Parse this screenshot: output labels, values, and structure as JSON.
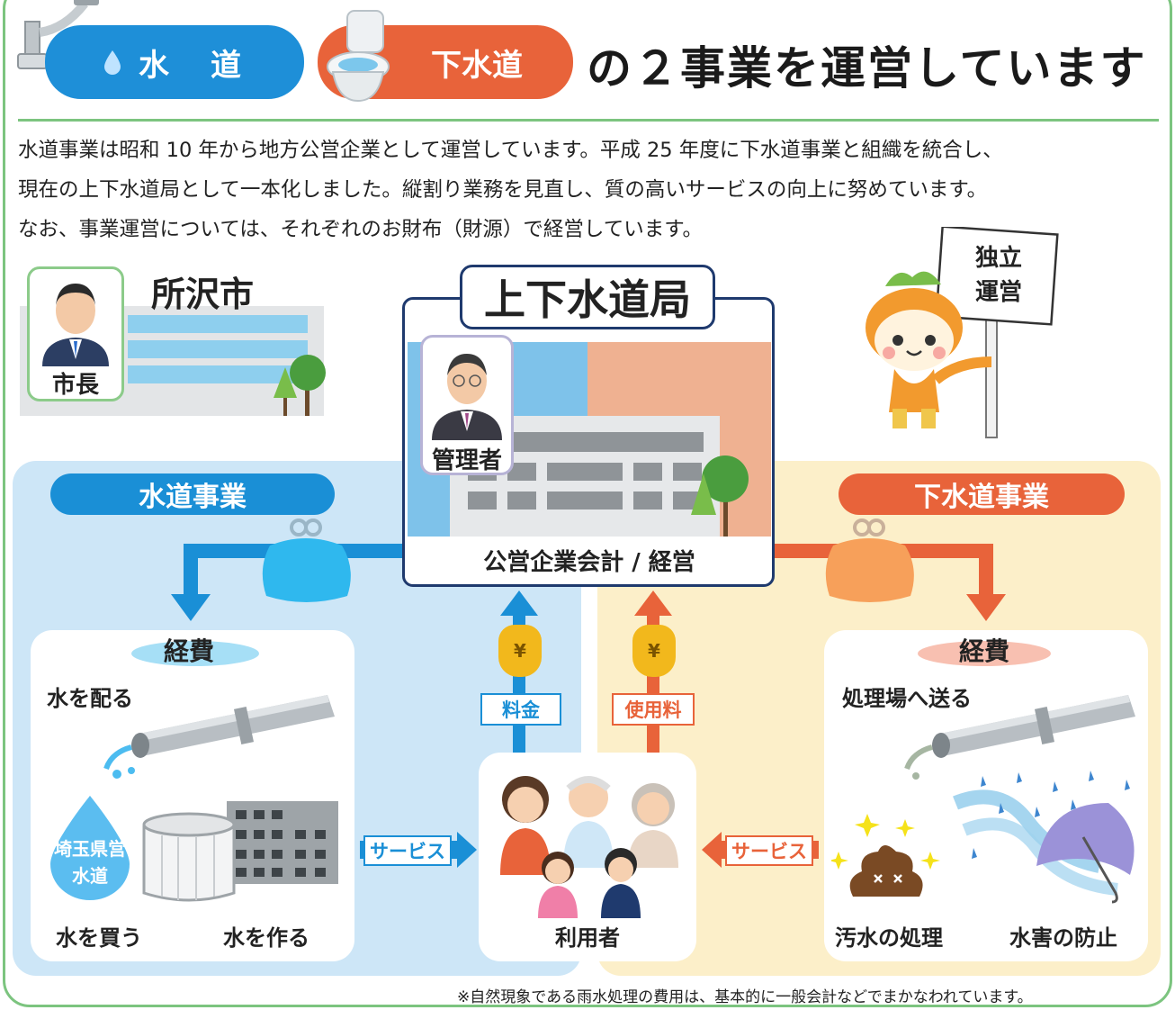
{
  "header": {
    "water_label": "水　道",
    "sewer_label": "下水道",
    "title": "の２事業を運営しています"
  },
  "intro": {
    "line1": "水道事業は昭和 10 年から地方公営企業として運営しています。平成 25 年度に下水道事業と組織を統合し、",
    "line2": "現在の上下水道局として一本化しました。縦割り業務を見直し、質の高いサービスの向上に努めています。",
    "line3": "なお、事業運営については、それぞれのお財布（財源）で経営しています。"
  },
  "city": {
    "name": "所沢市",
    "mayor": "市長"
  },
  "bureau": {
    "title": "上下水道局",
    "manager": "管理者",
    "accounting": "公営企業会計 / 経営"
  },
  "mascot": {
    "sign_line1": "独立",
    "sign_line2": "運営"
  },
  "water_business": {
    "title": "水道事業",
    "expense": "経費",
    "distribute": "水を配る",
    "prefecture_line1": "埼玉県営",
    "prefecture_line2": "水道",
    "buy": "水を買う",
    "make": "水を作る",
    "service": "サービス",
    "fee": "料金"
  },
  "sewer_business": {
    "title": "下水道事業",
    "expense": "経費",
    "send": "処理場へ送る",
    "treat": "汚水の処理",
    "prevent": "水害の防止",
    "service": "サービス",
    "fee": "使用料"
  },
  "users": {
    "label": "利用者"
  },
  "yen_symbol": "¥",
  "footnote": "※自然現象である雨水処理の費用は、基本的に一般会計などでまかなわれています。",
  "colors": {
    "water_blue": "#1a8fd6",
    "sewer_orange": "#e8633a",
    "green_border": "#7cc47f",
    "water_panel": "#cfe7f7",
    "sewer_panel": "#fcefc9",
    "navy": "#1f3a6e"
  }
}
